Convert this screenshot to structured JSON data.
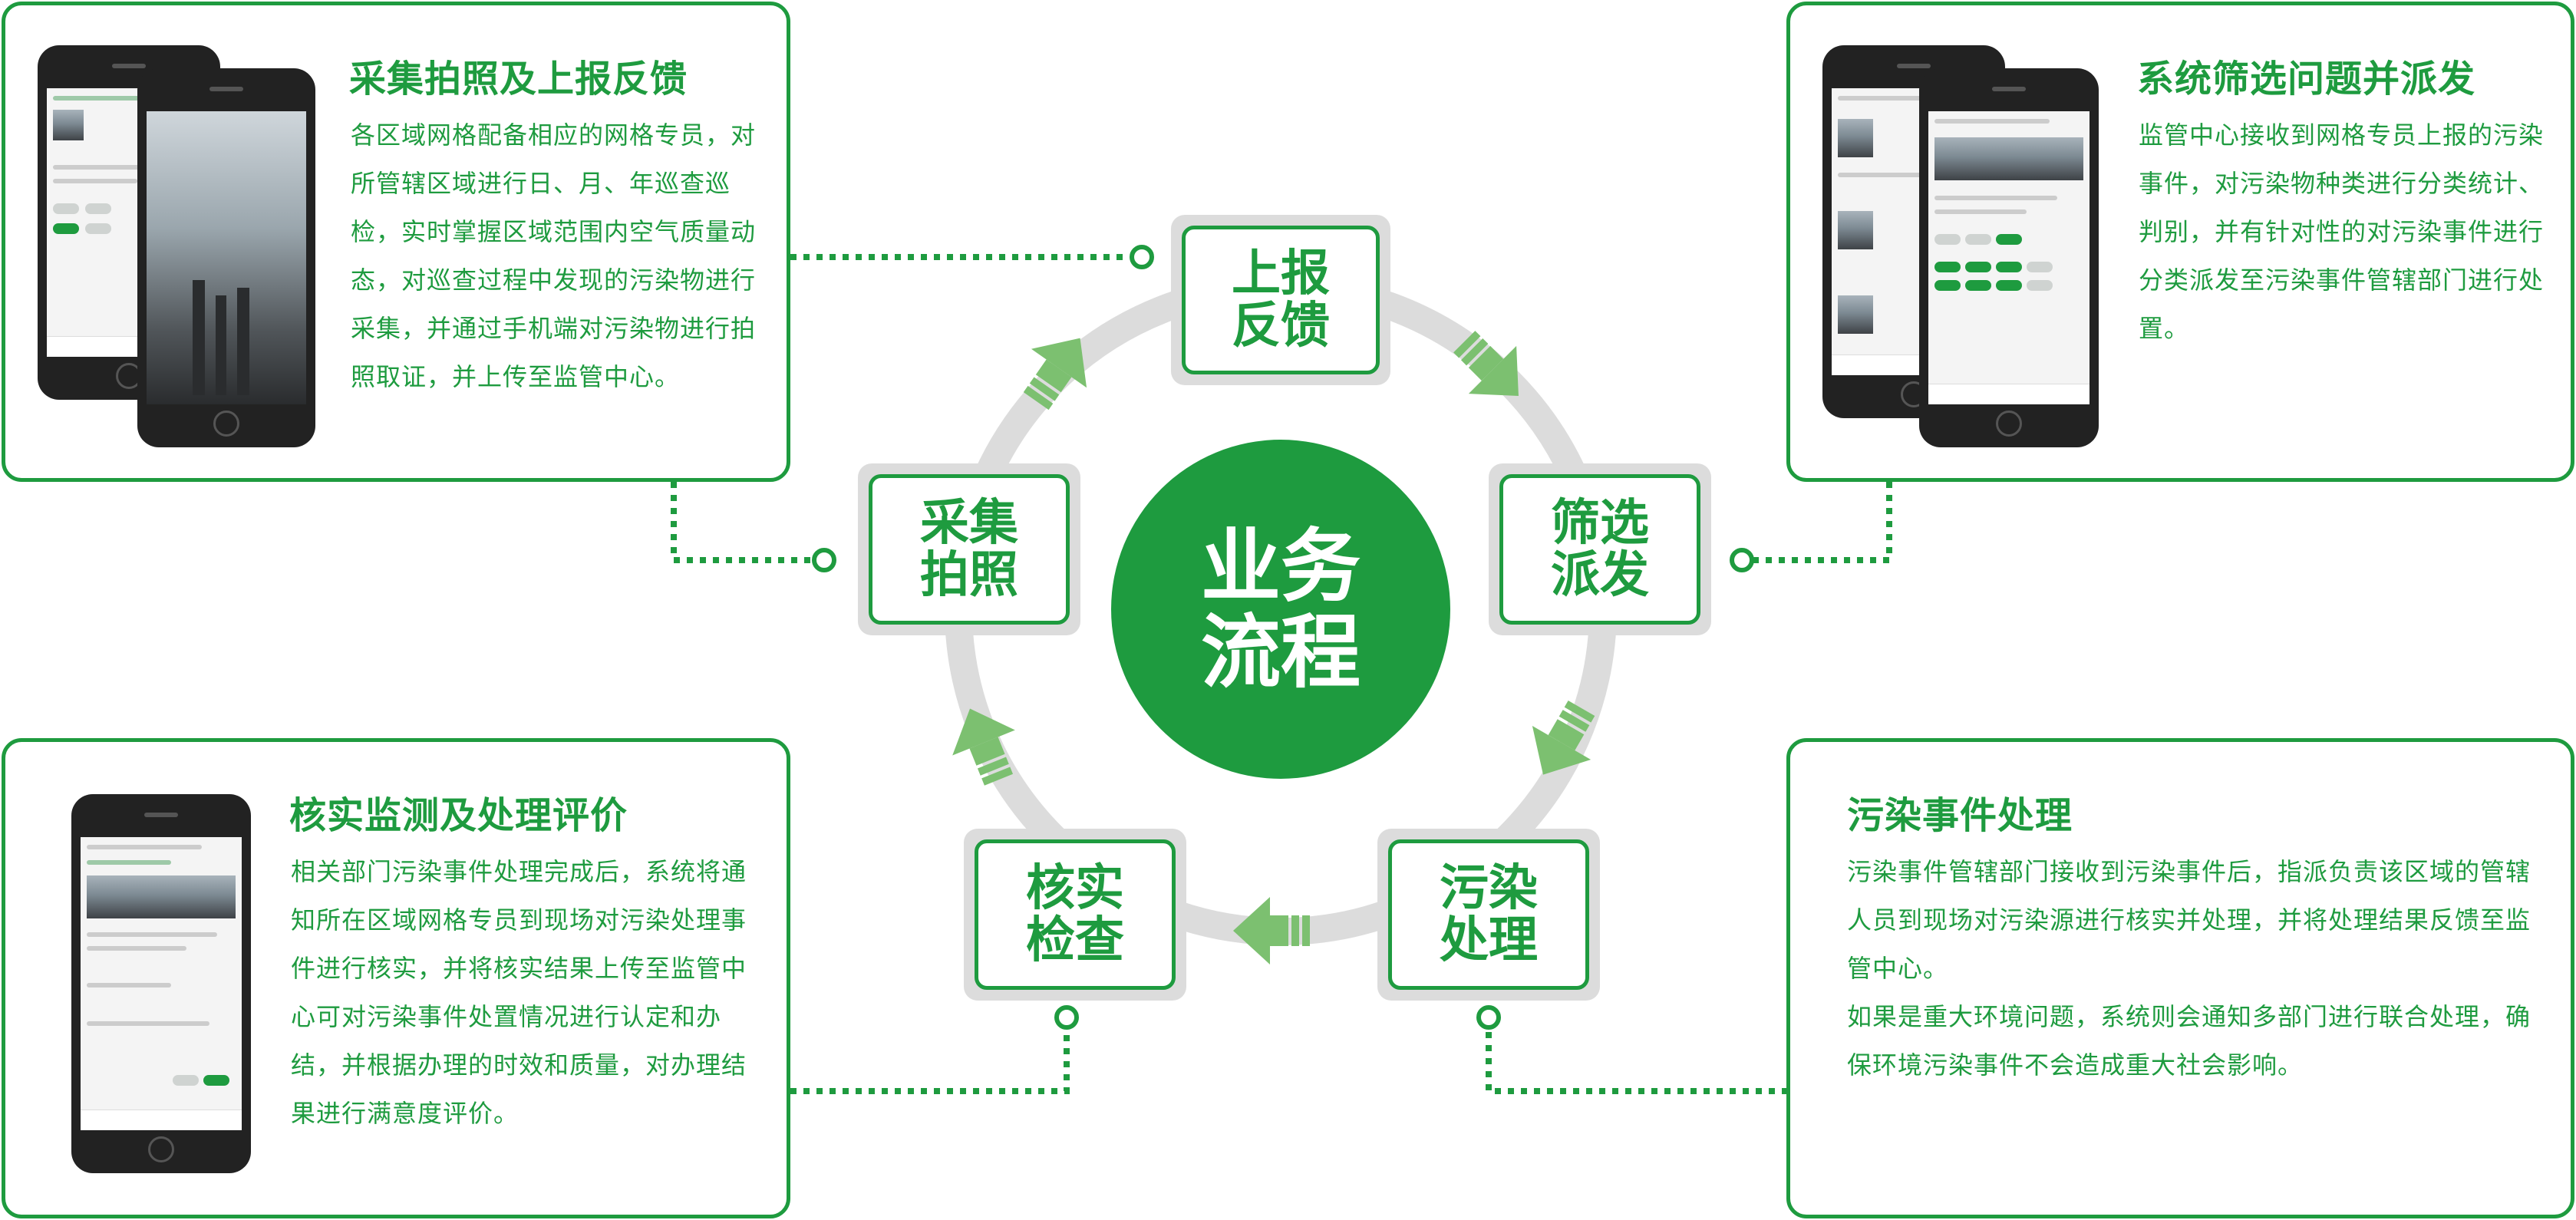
{
  "center": {
    "label": "业务流程"
  },
  "nodes": {
    "report": "上报反馈",
    "collect": "采集拍照",
    "filter": "筛选派发",
    "verify": "核实检查",
    "handle": "污染处理"
  },
  "panels": {
    "collect": {
      "title": "采集拍照及上报反馈",
      "text": "各区域网格配备相应的网格专员，对所管辖区域进行日、月、年巡查巡检，实时掌握区域范围内空气质量动态，对巡查过程中发现的污染物进行采集，并通过手机端对污染物进行拍照取证，并上传至监管中心。"
    },
    "filter": {
      "title": "系统筛选问题并派发",
      "text": "监管中心接收到网格专员上报的污染事件，对污染物种类进行分类统计、判别，并有针对性的对污染事件进行分类派发至污染事件管辖部门进行处置。"
    },
    "verify": {
      "title": "核实监测及处理评价",
      "text": "相关部门污染事件处理完成后，系统将通知所在区域网格专员到现场对污染处理事件进行核实，并将核实结果上传至监管中心可对污染事件处置情况进行认定和办结，并根据办理的时效和质量，对办理结果进行满意度评价。"
    },
    "handle": {
      "title": "污染事件处理",
      "text1": "污染事件管辖部门接收到污染事件后，指派负责该区域的管辖人员到现场对污染源进行核实并处理，并将处理结果反馈至监管中心。",
      "text2": "如果是重大环境问题，系统则会通知多部门进行联合处理，确保环境污染事件不会造成重大社会影响。"
    }
  },
  "colors": {
    "brand": "#1e9b3f",
    "arrow": "#7cc070",
    "ring": "#dcdcdc"
  },
  "icons": [
    "phone-mockup",
    "arrow-icon"
  ]
}
